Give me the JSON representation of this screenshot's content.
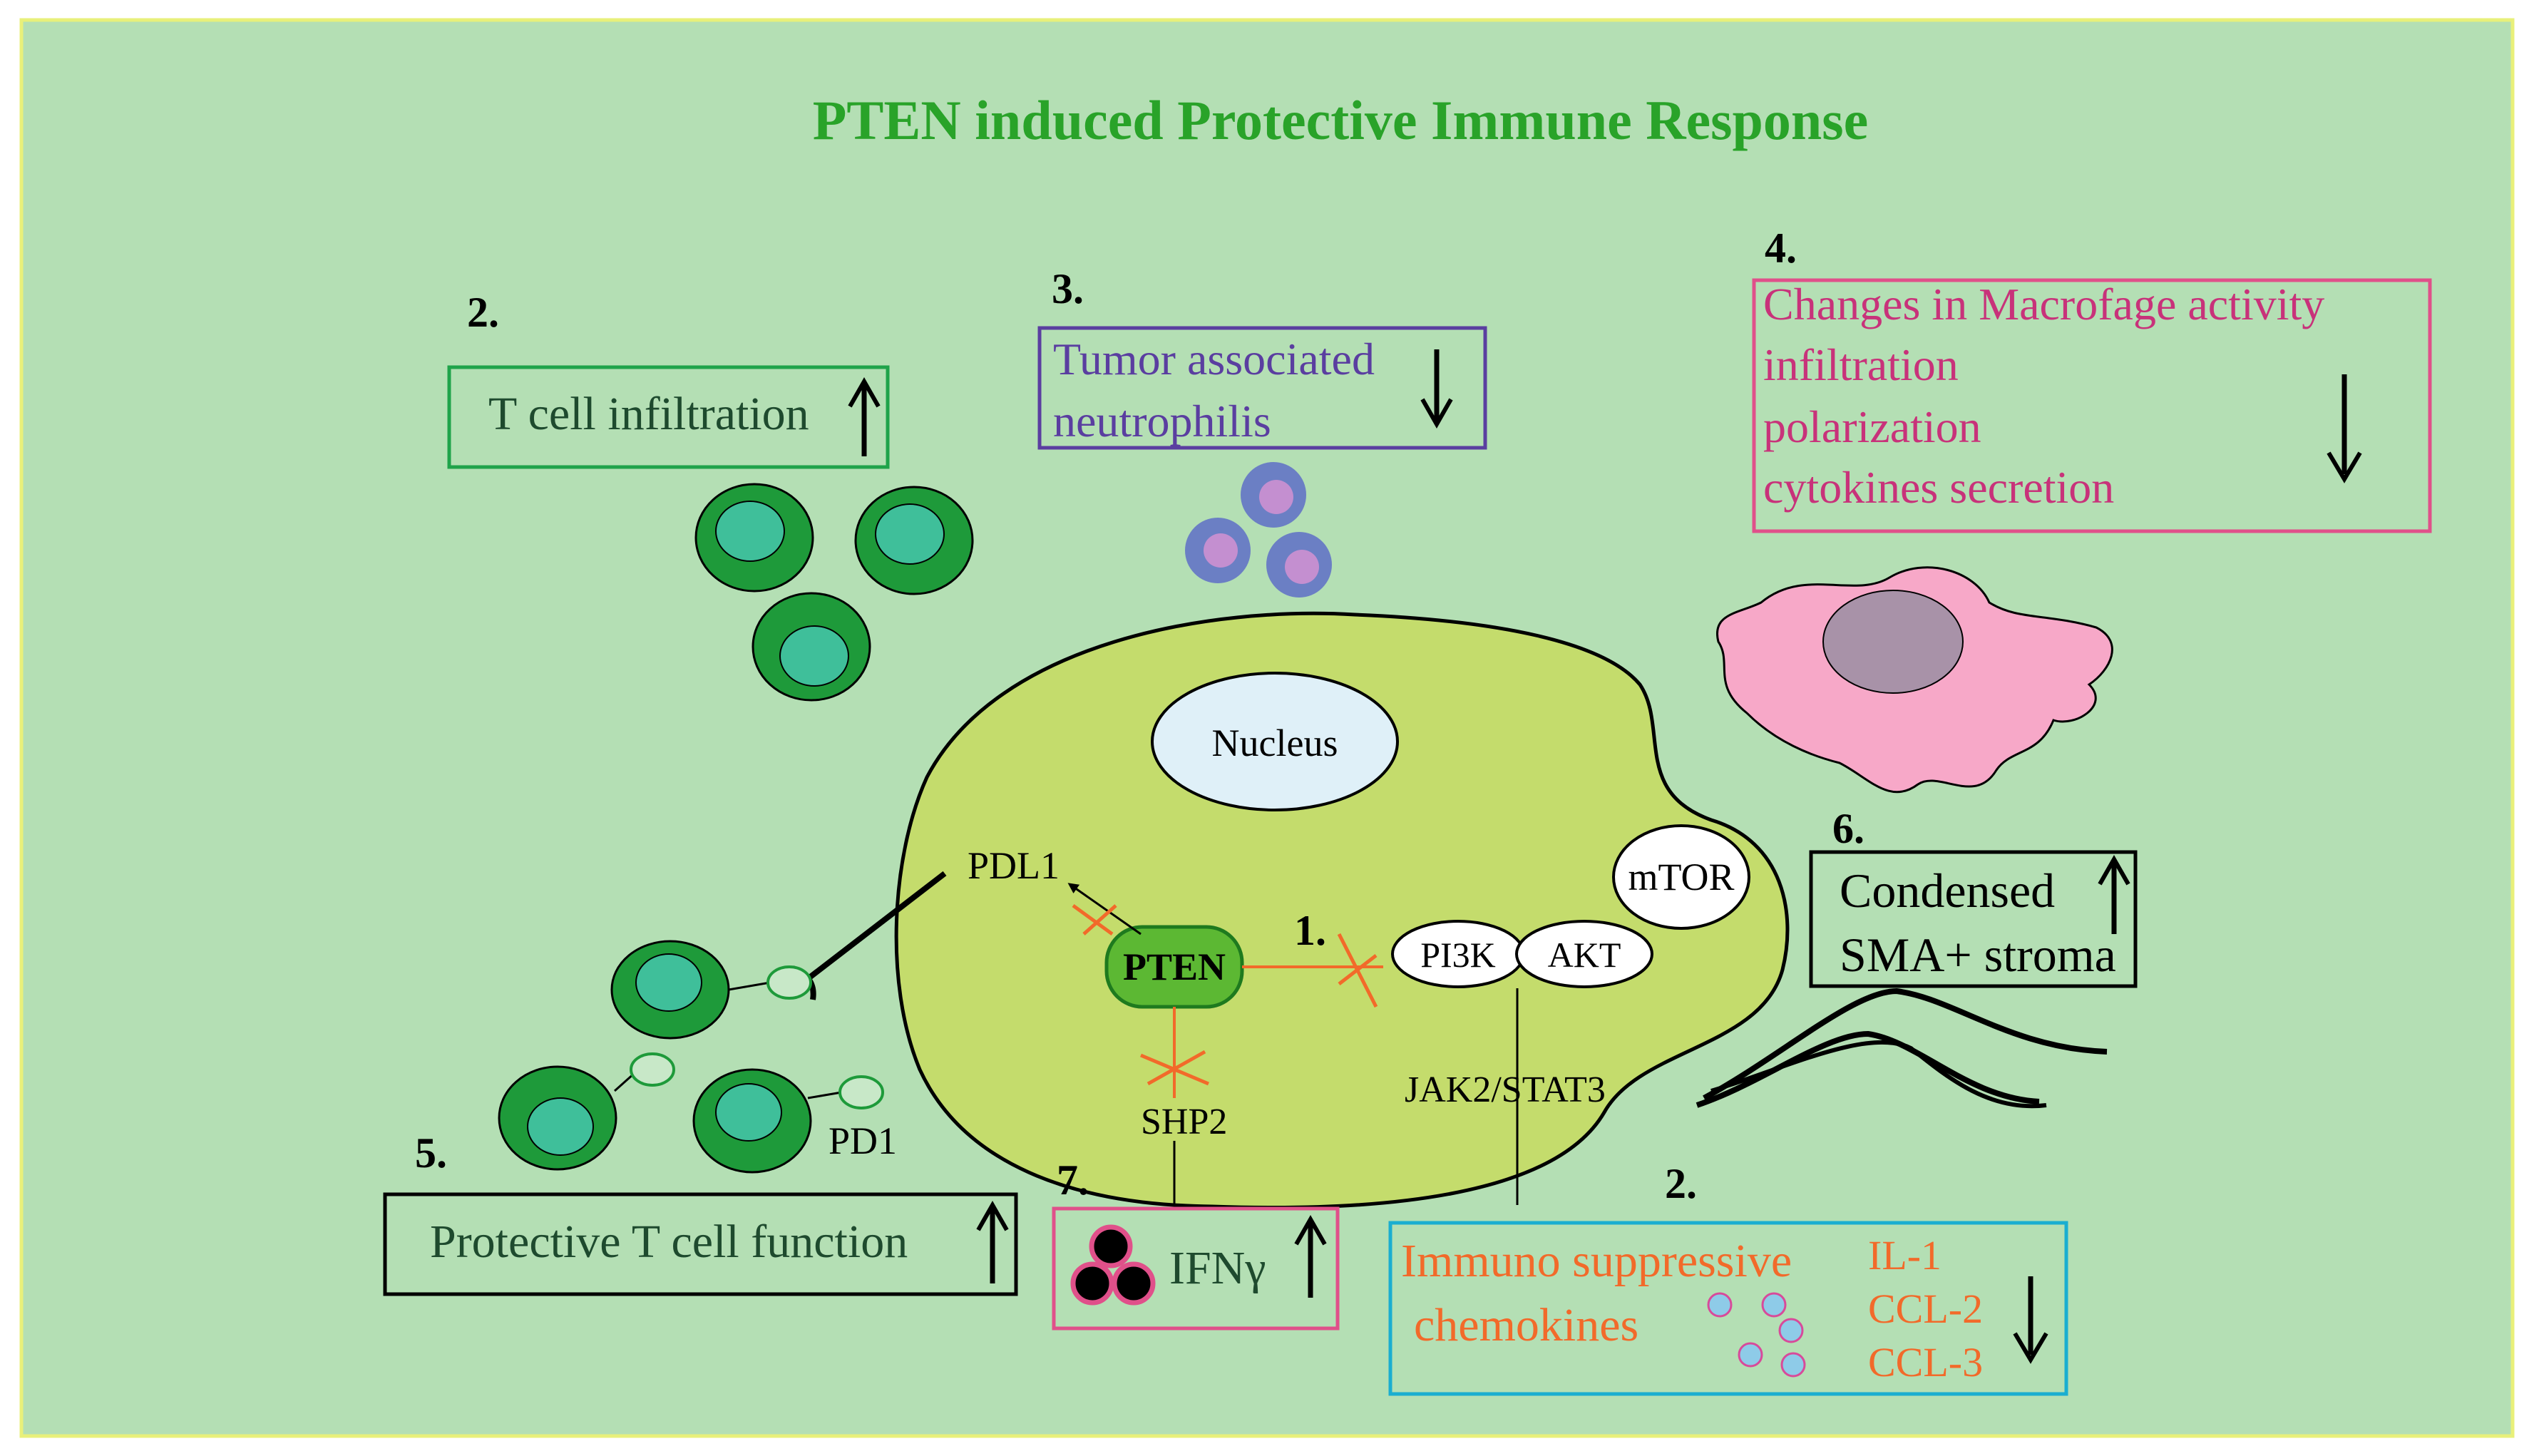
{
  "title": "PTEN induced Protective Immune Response",
  "colors": {
    "background": "#b4dfb4",
    "frame_border": "#e8f07a",
    "title": "#29a329",
    "cell_fill": "#c4dc6c",
    "tcell_outer": "#1e9a3a",
    "tcell_inner": "#3fbf9a",
    "neutrophil_outer": "#6b7fc4",
    "neutrophil_inner": "#c48fd0",
    "macrophage": "#f7a8c8",
    "macrophage_nucleus": "#a892a8",
    "nucleus_fill": "#dff0f8",
    "pten_fill": "#5cb833",
    "inhibit_mark": "#f26a2a",
    "green_box": "#1fa34a",
    "purple_box": "#5a3ea0",
    "pink_box": "#e0508a",
    "cyan_box": "#1aaed0",
    "orange_text": "#f26a2a",
    "magenta_text": "#c8327a",
    "purple_text": "#5a3ea0",
    "chemokine_dot": "#8ecbe8"
  },
  "labels": {
    "nucleus": "Nucleus",
    "pten": "PTEN",
    "pi3k": "PI3K",
    "akt": "AKT",
    "mtor": "mTOR",
    "pdl1": "PDL1",
    "pd1": "PD1",
    "shp2": "SHP2",
    "jak2_stat3": "JAK2/STAT3"
  },
  "numbers": {
    "n1": "1.",
    "n2_top": "2.",
    "n2_bottom": "2.",
    "n3": "3.",
    "n4": "4.",
    "n5": "5.",
    "n6": "6.",
    "n7": "7."
  },
  "boxes": {
    "t_cell_infiltration": "T cell infiltration",
    "neutrophils": [
      "Tumor associated",
      "neutrophilis"
    ],
    "macrophage": [
      "Changes in Macrofage activity",
      "infiltration",
      "polarization",
      "cytokines secretion"
    ],
    "stroma": [
      "Condensed",
      "SMA+ stroma"
    ],
    "protective_t_cell": "Protective T cell function",
    "ifn": "IFNγ",
    "chemokines": [
      "Immuno suppressive",
      "chemokines"
    ],
    "cytokines_list": [
      "IL-1",
      "CCL-2",
      "CCL-3"
    ]
  }
}
